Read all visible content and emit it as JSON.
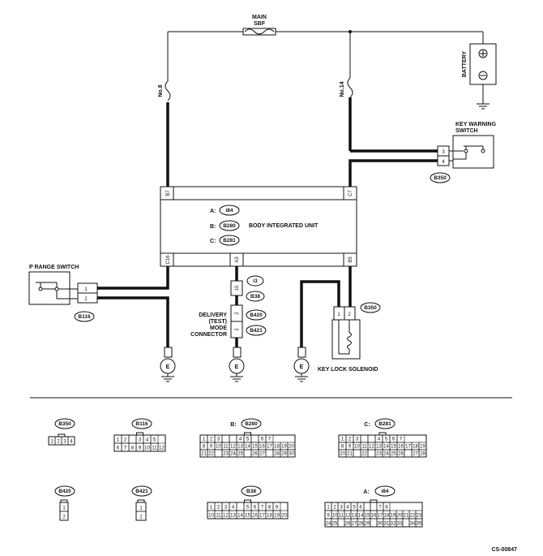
{
  "labels": {
    "main_sbf": "MAIN",
    "main_sbf_2": "SBF",
    "fuse_no8": "No.8",
    "fuse_no14": "No.14",
    "battery": "BATTERY",
    "key_warning_switch": "KEY WARNING",
    "key_warning_switch_2": "SWITCH",
    "body_integrated_unit": "BODY INTEGRATED UNIT",
    "p_range_switch": "P RANGE SWITCH",
    "delivery_mode_connector_1": "DELIVERY",
    "delivery_mode_connector_2": "(TEST)",
    "delivery_mode_connector_3": "MODE",
    "delivery_mode_connector_4": "CONNECTOR",
    "key_lock_solenoid": "KEY LOCK SOLENOID",
    "ground": "E",
    "figure_code": "CS-00847"
  },
  "connector_refs": {
    "A_prefix": "A:",
    "A": "i84",
    "B_prefix": "B:",
    "B": "B280",
    "C_prefix": "C:",
    "C": "B281",
    "key_warning": "B350",
    "p_range": "B116",
    "i3": "i3",
    "b38": "B38",
    "b420": "B420",
    "b421": "B421",
    "solenoid": "B350"
  },
  "terminals": {
    "b7": "B7",
    "c7": "C7",
    "c16": "C16",
    "a3": "A3",
    "b5": "B5",
    "kw_3": "3",
    "kw_4": "4",
    "pr_1": "1",
    "pr_2": "2",
    "i3_10": "10",
    "b38_2": "2",
    "dm_2": "2",
    "sol_1": "1",
    "sol_2": "2"
  },
  "legend": {
    "b350": {
      "title": "B350",
      "rows": [
        [
          "1",
          "2",
          "3",
          "4"
        ]
      ]
    },
    "b116": {
      "title": "B116",
      "rows": [
        [
          "1",
          "2",
          "",
          "3",
          "4",
          "5"
        ],
        [
          "6",
          "7",
          "8",
          "9",
          "10",
          "11",
          "12"
        ]
      ]
    },
    "b280": {
      "title": "B280",
      "prefix": "B:",
      "rows": [
        [
          "1",
          "2",
          "3",
          "",
          "",
          "4",
          "5",
          "",
          "6",
          "7"
        ],
        [
          "8",
          "9",
          "10",
          "11",
          "12",
          "13",
          "14",
          "15",
          "16",
          "17",
          "18",
          "19",
          "20"
        ],
        [
          "21",
          "22",
          "",
          "23",
          "24",
          "25",
          "",
          "26",
          "27",
          "",
          "28",
          "29",
          "30"
        ]
      ]
    },
    "b281": {
      "title": "B281",
      "prefix": "C:",
      "rows": [
        [
          "1",
          "2",
          "3",
          "",
          "",
          "4",
          "5",
          "6",
          "7"
        ],
        [
          "8",
          "9",
          "10",
          "11",
          "12",
          "13",
          "14",
          "15",
          "16",
          "17",
          "18",
          "19"
        ],
        [
          "20",
          "21",
          "",
          "22",
          "",
          "23",
          "24",
          "25",
          "26",
          "",
          "27",
          "28"
        ]
      ]
    },
    "b420": {
      "title": "B420",
      "rows": [
        [
          "1"
        ],
        [
          "2"
        ]
      ]
    },
    "b421": {
      "title": "B421",
      "rows": [
        [
          "1"
        ],
        [
          "2"
        ]
      ]
    },
    "b38": {
      "title": "B38",
      "rows": [
        [
          "1",
          "2",
          "3",
          "4",
          "",
          "5",
          "6",
          "7",
          "8",
          "9"
        ],
        [
          "10",
          "11",
          "12",
          "13",
          "14",
          "15",
          "16",
          "17",
          "18",
          "19",
          "20"
        ]
      ]
    },
    "i84": {
      "title": "i84",
      "prefix": "A:",
      "rows": [
        [
          "1",
          "2",
          "3",
          "4",
          "5",
          "6",
          "",
          "",
          "7",
          "8"
        ],
        [
          "9",
          "10",
          "11",
          "12",
          "13",
          "14",
          "15",
          "16",
          "17",
          "18",
          "19",
          "20",
          "21",
          "22",
          "23"
        ],
        [
          "24",
          "25",
          "",
          "26",
          "27",
          "28",
          "29",
          "",
          "30",
          "31",
          "32",
          "33",
          "",
          "34",
          "35"
        ]
      ]
    }
  }
}
